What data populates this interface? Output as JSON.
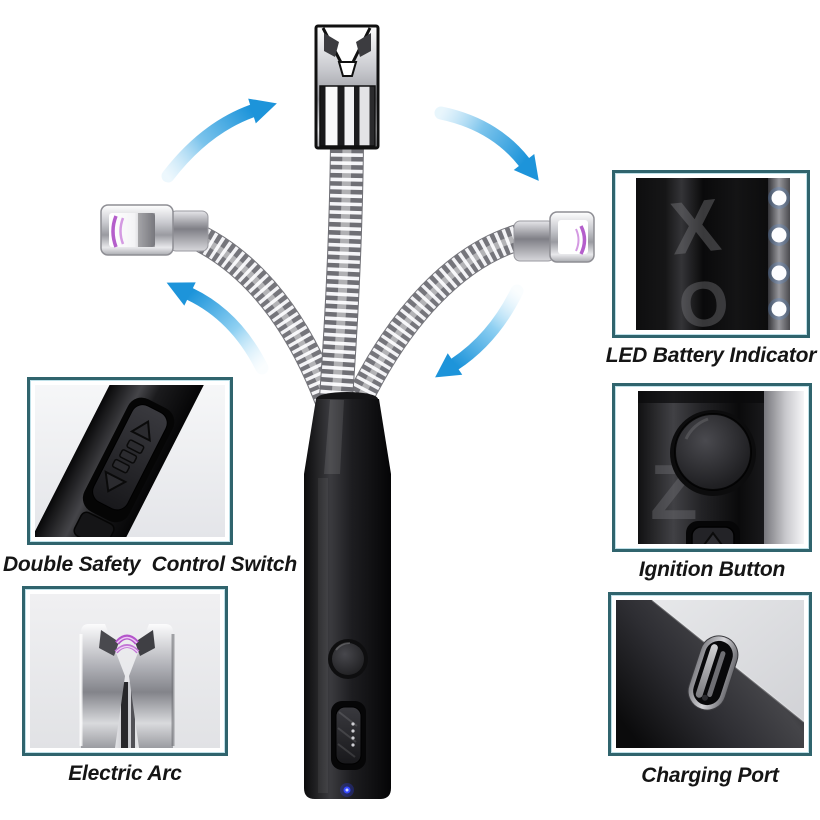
{
  "colors": {
    "background": "#ffffff",
    "arrow_blue": "#1d94da",
    "inset_border_teal": "#30646d",
    "arc_purple": "#b45ecb",
    "led_dot_blue": "#3549ff",
    "label_text": "#151515"
  },
  "callouts": {
    "led_battery": {
      "label": "LED Battery Indicator",
      "watermark_line1": "X",
      "watermark_line2": "O"
    },
    "safety_switch": {
      "label": "Double Safety  Control Switch"
    },
    "electric_arc": {
      "label": "Electric Arc"
    },
    "ignition_button": {
      "label": "Ignition Button",
      "watermark": "Z"
    },
    "charging_port": {
      "label": "Charging Port"
    }
  }
}
